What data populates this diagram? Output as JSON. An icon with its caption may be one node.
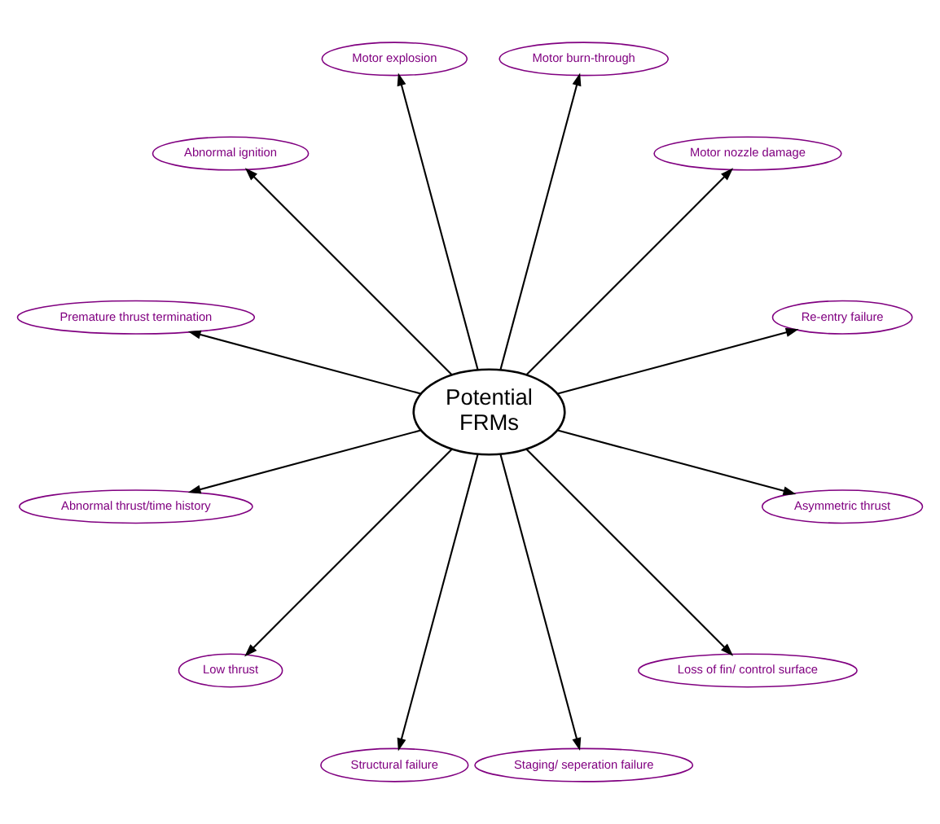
{
  "diagram": {
    "nodes": [
      {
        "text": [
          "Potential FRMs"
        ]
      },
      {
        "text": [
          "Re-entry failure"
        ]
      },
      {
        "text": [
          "Motor nozzle damage"
        ]
      },
      {
        "text": [
          "Motor burn-through"
        ]
      },
      {
        "text": [
          "Motor explosion"
        ]
      },
      {
        "text": [
          "Abnormal ignition"
        ]
      },
      {
        "text": [
          "Premature thrust termination"
        ]
      },
      {
        "text": [
          "Abnormal thrust/time history"
        ]
      },
      {
        "text": [
          "Low thrust"
        ]
      },
      {
        "text": [
          "Structural failure"
        ]
      },
      {
        "text": [
          "Staging/ seperation failure"
        ]
      },
      {
        "text": [
          "Loss of fin/ control surface"
        ]
      },
      {
        "text": [
          "Asymmetric thrust"
        ]
      }
    ],
    "edges": [
      {
        "from": 0,
        "to": 1,
        "arrow": "to"
      },
      {
        "from": 0,
        "to": 2,
        "arrow": "to"
      },
      {
        "from": 0,
        "to": 3,
        "arrow": "to"
      },
      {
        "from": 0,
        "to": 4,
        "arrow": "to"
      },
      {
        "from": 0,
        "to": 5,
        "arrow": "to"
      },
      {
        "from": 0,
        "to": 6,
        "arrow": "to"
      },
      {
        "from": 0,
        "to": 7,
        "arrow": "to"
      },
      {
        "from": 0,
        "to": 8,
        "arrow": "to"
      },
      {
        "from": 0,
        "to": 9,
        "arrow": "to"
      },
      {
        "from": 0,
        "to": 10,
        "arrow": "to"
      },
      {
        "from": 0,
        "to": 11,
        "arrow": "to"
      },
      {
        "from": 0,
        "to": 12,
        "arrow": "to"
      }
    ]
  }
}
